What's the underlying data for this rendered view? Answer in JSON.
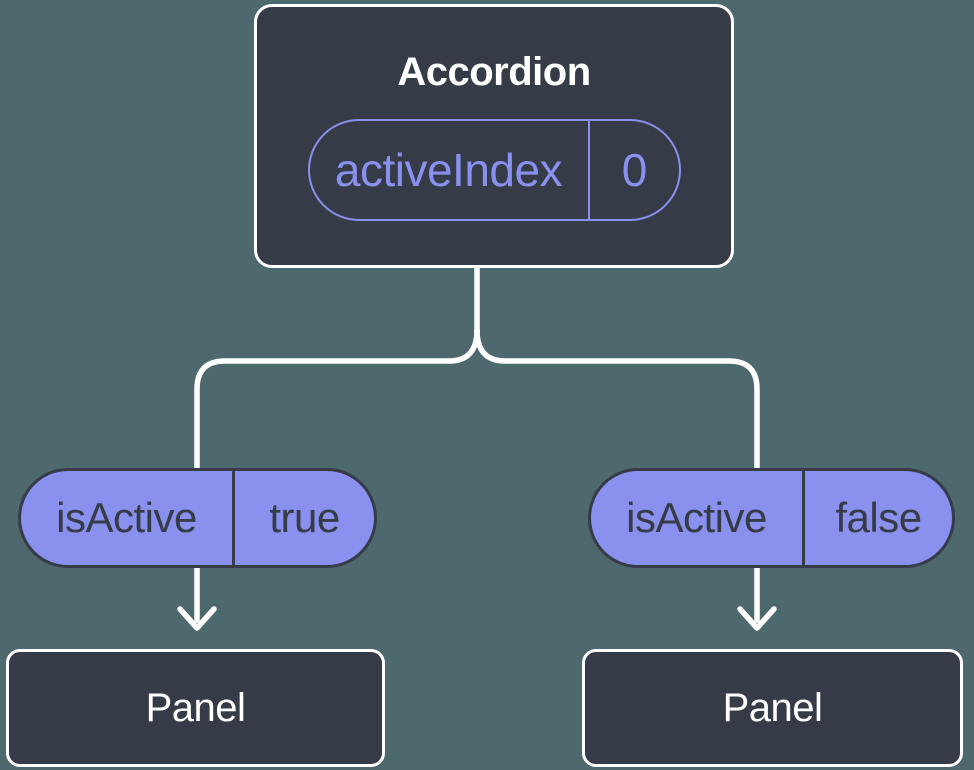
{
  "colors": {
    "background": "#4e696e",
    "node-fill": "#353b47",
    "node-border": "#ffffff",
    "accent-purple": "#8a90ee",
    "pill-text": "#353b47",
    "line": "#ffffff",
    "title-text": "#ffffff"
  },
  "tree": {
    "root": {
      "title": "Accordion",
      "state": {
        "name": "activeIndex",
        "value": "0"
      }
    },
    "left_branch": {
      "prop": {
        "name": "isActive",
        "value": "true"
      },
      "child": {
        "title": "Panel"
      }
    },
    "right_branch": {
      "prop": {
        "name": "isActive",
        "value": "false"
      },
      "child": {
        "title": "Panel"
      }
    }
  }
}
